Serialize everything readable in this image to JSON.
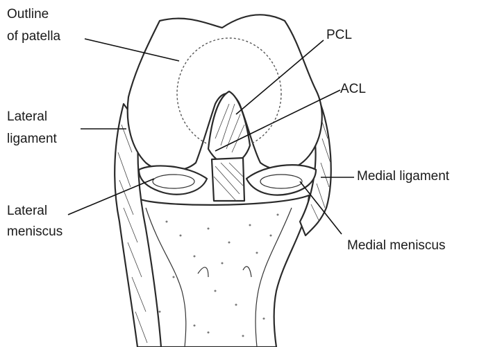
{
  "labels": {
    "outline_patella_1": "Outline",
    "outline_patella_2": "of patella",
    "pcl": "PCL",
    "acl": "ACL",
    "lateral_ligament_1": "Lateral",
    "lateral_ligament_2": "ligament",
    "medial_ligament": "Medial ligament",
    "lateral_meniscus_1": "Lateral",
    "lateral_meniscus_2": "meniscus",
    "medial_meniscus": "Medial meniscus"
  }
}
